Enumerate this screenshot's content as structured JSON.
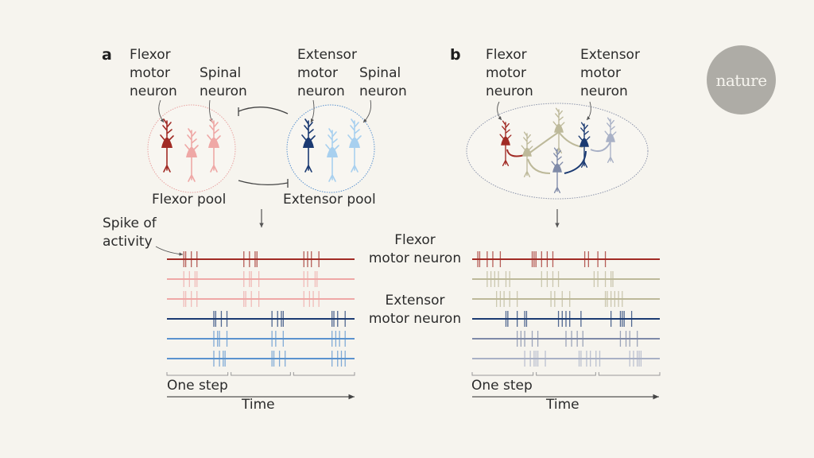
{
  "logo": {
    "text": "nature"
  },
  "panel_a": {
    "label": "a",
    "flexor_motor_neuron_label": "Flexor\nmotor\nneuron",
    "spinal_neuron_label_1": "Spinal\nneuron",
    "extensor_motor_neuron_label": "Extensor\nmotor\nneuron",
    "spinal_neuron_label_2": "Spinal\nneuron",
    "flexor_pool_label": "Flexor pool",
    "extensor_pool_label": "Extensor pool",
    "spike_label": "Spike of\nactivity",
    "step_label": "One step",
    "time_label": "Time"
  },
  "panel_b": {
    "label": "b",
    "flexor_motor_neuron_label": "Flexor\nmotor\nneuron",
    "extensor_motor_neuron_label": "Extensor\nmotor\nneuron",
    "step_label": "One step",
    "time_label": "Time"
  },
  "middle": {
    "flexor_row_label": "Flexor\nmotor neuron",
    "extensor_row_label": "Extensor\nmotor neuron"
  },
  "colors": {
    "flexor_dark": "#a12b25",
    "flexor_light": "#efa8a6",
    "extensor_dark": "#1b3a72",
    "extensor_mid": "#5b93cf",
    "extensor_light": "#a8d0ef",
    "beige": "#bdb99a",
    "slate": "#7f8aa8",
    "slate_light": "#a9b1c6"
  },
  "chart_data": {
    "type": "raster",
    "panel_a": {
      "rows": [
        {
          "name": "flexor motor neuron",
          "color": "#a12b25",
          "spikes": [
            0.09,
            0.1,
            0.13,
            0.16,
            0.41,
            0.44,
            0.47,
            0.48,
            0.73,
            0.75,
            0.77,
            0.81
          ]
        },
        {
          "name": "flexor spinal neuron 1",
          "color": "#efa8a6",
          "spikes": [
            0.09,
            0.12,
            0.15,
            0.16,
            0.41,
            0.44,
            0.45,
            0.49,
            0.73,
            0.75,
            0.79,
            0.8
          ]
        },
        {
          "name": "flexor spinal neuron 2",
          "color": "#efa8a6",
          "spikes": [
            0.09,
            0.1,
            0.13,
            0.16,
            0.41,
            0.42,
            0.45,
            0.49,
            0.73,
            0.76,
            0.78,
            0.81
          ]
        },
        {
          "name": "extensor motor neuron",
          "color": "#1b3a72",
          "spikes": [
            0.25,
            0.26,
            0.29,
            0.32,
            0.56,
            0.59,
            0.61,
            0.62,
            0.88,
            0.89,
            0.91,
            0.95
          ]
        },
        {
          "name": "extensor spinal neuron 1",
          "color": "#5b93cf",
          "spikes": [
            0.25,
            0.27,
            0.28,
            0.32,
            0.56,
            0.58,
            0.62,
            0.88,
            0.9,
            0.92,
            0.95
          ]
        },
        {
          "name": "extensor spinal neuron 2",
          "color": "#5b93cf",
          "spikes": [
            0.25,
            0.28,
            0.3,
            0.31,
            0.56,
            0.57,
            0.6,
            0.63,
            0.88,
            0.91,
            0.93,
            0.95
          ]
        }
      ],
      "steps": 3
    },
    "panel_b": {
      "rows": [
        {
          "name": "flexor motor neuron",
          "color": "#a12b25",
          "spikes": [
            0.03,
            0.04,
            0.08,
            0.11,
            0.15,
            0.32,
            0.33,
            0.34,
            0.37,
            0.4,
            0.43,
            0.6,
            0.62,
            0.67,
            0.71
          ]
        },
        {
          "name": "interneuron 1",
          "color": "#bdb99a",
          "spikes": [
            0.08,
            0.1,
            0.12,
            0.14,
            0.18,
            0.2,
            0.37,
            0.4,
            0.43,
            0.46,
            0.65,
            0.67,
            0.71,
            0.74,
            0.75
          ]
        },
        {
          "name": "interneuron 2",
          "color": "#bdb99a",
          "spikes": [
            0.13,
            0.15,
            0.17,
            0.2,
            0.24,
            0.42,
            0.44,
            0.48,
            0.52,
            0.71,
            0.72,
            0.74,
            0.76,
            0.78,
            0.8
          ]
        },
        {
          "name": "extensor motor neuron",
          "color": "#1b3a72",
          "spikes": [
            0.18,
            0.19,
            0.24,
            0.28,
            0.29,
            0.46,
            0.48,
            0.5,
            0.52,
            0.58,
            0.74,
            0.79,
            0.8,
            0.81,
            0.85
          ]
        },
        {
          "name": "interneuron 3",
          "color": "#7f8aa8",
          "spikes": [
            0.24,
            0.26,
            0.28,
            0.32,
            0.35,
            0.5,
            0.53,
            0.56,
            0.59,
            0.79,
            0.82,
            0.84,
            0.88
          ]
        },
        {
          "name": "interneuron 4",
          "color": "#a9b1c6",
          "spikes": [
            0.28,
            0.31,
            0.33,
            0.34,
            0.35,
            0.39,
            0.57,
            0.58,
            0.61,
            0.63,
            0.66,
            0.68,
            0.84,
            0.86,
            0.88,
            0.89,
            0.9
          ]
        }
      ],
      "steps": 3
    }
  }
}
